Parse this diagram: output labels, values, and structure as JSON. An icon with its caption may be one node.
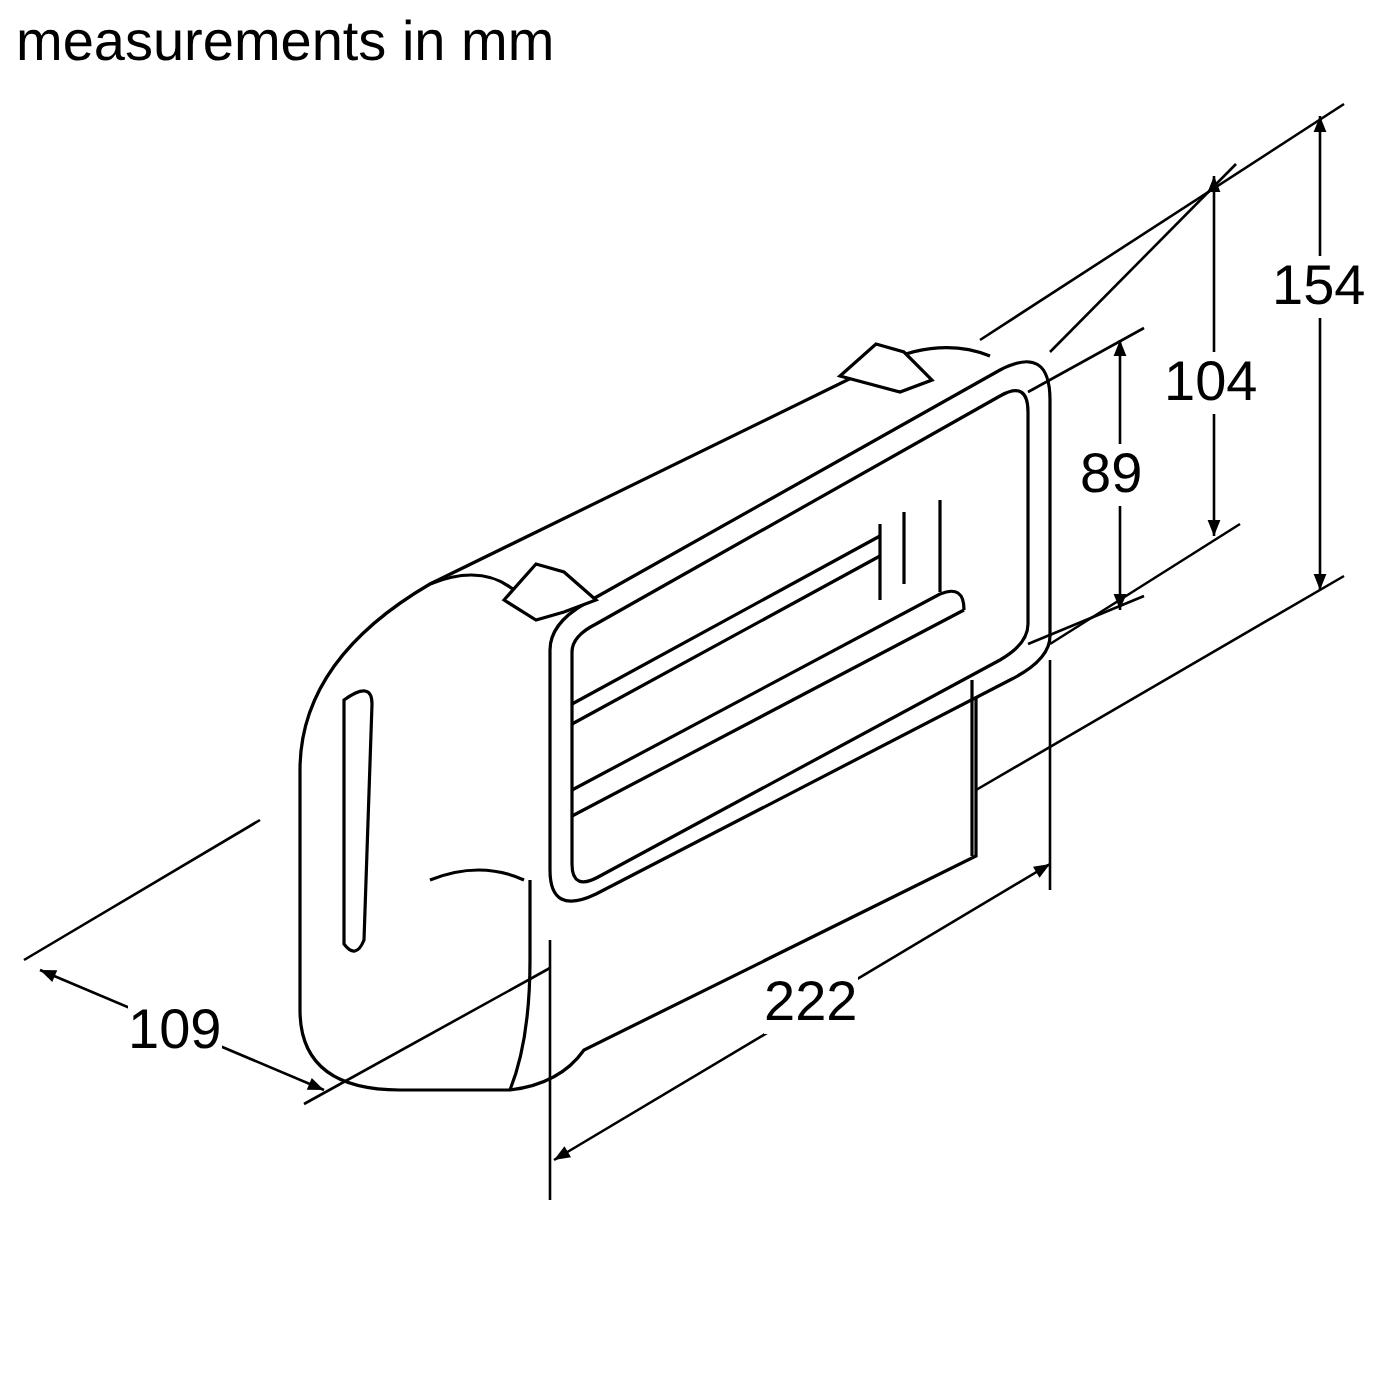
{
  "diagram": {
    "title": "measurements in mm",
    "labels": [
      "154",
      "104",
      "89",
      "109",
      "222"
    ]
  }
}
